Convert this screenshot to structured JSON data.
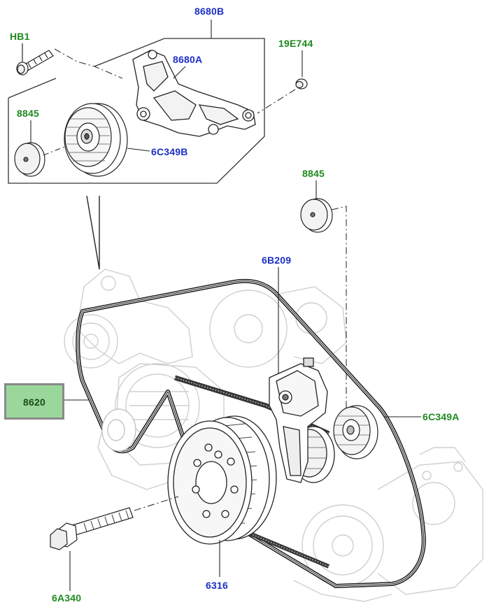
{
  "labels": {
    "hb1": "HB1",
    "p8680B": "8680B",
    "p8680A": "8680A",
    "p19E744": "19E744",
    "p8845_top": "8845",
    "p6C349B": "6C349B",
    "p8845_right": "8845",
    "p6B209": "6B209",
    "p8620": "8620",
    "p6C349A": "6C349A",
    "p6A340": "6A340",
    "p6316": "6316"
  },
  "colors": {
    "fitting_label": "#1f8a1f",
    "part_label": "#1b2fc4",
    "highlight_fill": "#9ad79a",
    "highlight_border": "#8a8a8a",
    "line_art": "#222222",
    "ghost_art": "#c8c8c8"
  },
  "selected_part": "8620"
}
